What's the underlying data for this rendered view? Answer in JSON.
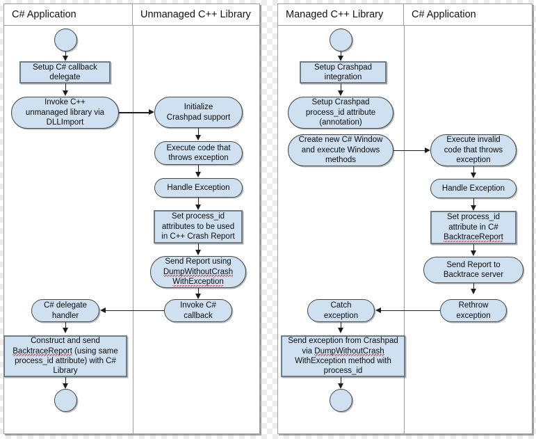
{
  "colors": {
    "node_fill": "#cfe0f1",
    "rect_border": "#6e7c88",
    "round_border": "#44484b",
    "panel_border": "#9d9d9d",
    "connector": "#1d1d1d",
    "spellcheck": "#e8474c",
    "background": "#ffffff"
  },
  "diagram": {
    "type": "uml-activity-swimlane",
    "panels": [
      {
        "id": "panel-left",
        "lanes": [
          {
            "id": "lane-csharp-app-left",
            "title": "C# Application"
          },
          {
            "id": "lane-unmanaged-cpp",
            "title": "Unmanaged C++ Library"
          }
        ],
        "nodes": [
          {
            "id": "l-start",
            "lane": 0,
            "shape": "circle",
            "label": ""
          },
          {
            "id": "l-setup-cb",
            "lane": 0,
            "shape": "rect",
            "label": "Setup C# callback delegate"
          },
          {
            "id": "l-invoke-cpp",
            "lane": 0,
            "shape": "round",
            "label": "Invoke C++ unmanaged library via DLLImport"
          },
          {
            "id": "l-init-crashpad",
            "lane": 1,
            "shape": "round",
            "label": "Initialize Crashpad support"
          },
          {
            "id": "l-exec-throw",
            "lane": 1,
            "shape": "round",
            "label": "Execute code that throws exception"
          },
          {
            "id": "l-handle-exc",
            "lane": 1,
            "shape": "round",
            "label": "Handle Exception"
          },
          {
            "id": "l-set-attrs",
            "lane": 1,
            "shape": "rect",
            "label": "Set process_id attributes to be used in C++ Crash Report"
          },
          {
            "id": "l-send-report",
            "lane": 1,
            "shape": "round",
            "label": "Send Report using DumpWithoutCrash WithException"
          },
          {
            "id": "l-invoke-cb",
            "lane": 1,
            "shape": "round",
            "label": "Invoke C# callback"
          },
          {
            "id": "l-delegate",
            "lane": 0,
            "shape": "round",
            "label": "C# delegate handler"
          },
          {
            "id": "l-construct",
            "lane": 0,
            "shape": "rect",
            "label": "Construct and send BacktraceReport (using same process_id attribute) with C# Library"
          },
          {
            "id": "l-end",
            "lane": 0,
            "shape": "circle",
            "label": ""
          }
        ],
        "edges": [
          {
            "from": "l-start",
            "to": "l-setup-cb",
            "dir": "down"
          },
          {
            "from": "l-setup-cb",
            "to": "l-invoke-cpp",
            "dir": "down"
          },
          {
            "from": "l-invoke-cpp",
            "to": "l-init-crashpad",
            "dir": "right"
          },
          {
            "from": "l-init-crashpad",
            "to": "l-exec-throw",
            "dir": "down"
          },
          {
            "from": "l-exec-throw",
            "to": "l-handle-exc",
            "dir": "down"
          },
          {
            "from": "l-handle-exc",
            "to": "l-set-attrs",
            "dir": "down"
          },
          {
            "from": "l-set-attrs",
            "to": "l-send-report",
            "dir": "down"
          },
          {
            "from": "l-send-report",
            "to": "l-invoke-cb",
            "dir": "down"
          },
          {
            "from": "l-invoke-cb",
            "to": "l-delegate",
            "dir": "left"
          },
          {
            "from": "l-delegate",
            "to": "l-construct",
            "dir": "down"
          },
          {
            "from": "l-construct",
            "to": "l-end",
            "dir": "down"
          }
        ]
      },
      {
        "id": "panel-right",
        "lanes": [
          {
            "id": "lane-managed-cpp",
            "title": "Managed C++ Library"
          },
          {
            "id": "lane-csharp-app-right",
            "title": "C# Application"
          }
        ],
        "nodes": [
          {
            "id": "r-start",
            "lane": 0,
            "shape": "circle",
            "label": ""
          },
          {
            "id": "r-setup-cp",
            "lane": 0,
            "shape": "rect",
            "label": "Setup Crashpad integration"
          },
          {
            "id": "r-setup-attr",
            "lane": 0,
            "shape": "round",
            "label": "Setup Crashpad process_id attribute (annotation)"
          },
          {
            "id": "r-create-win",
            "lane": 0,
            "shape": "round",
            "label": "Create new C# Window and execute Windows methods"
          },
          {
            "id": "r-exec-invalid",
            "lane": 1,
            "shape": "round",
            "label": "Execute invalid code that throws exception"
          },
          {
            "id": "r-handle-exc",
            "lane": 1,
            "shape": "round",
            "label": "Handle Exception"
          },
          {
            "id": "r-set-attr",
            "lane": 1,
            "shape": "rect",
            "label": "Set process_id attribute in C# BacktraceReport"
          },
          {
            "id": "r-send-report",
            "lane": 1,
            "shape": "round",
            "label": "Send Report to Backtrace server"
          },
          {
            "id": "r-rethrow",
            "lane": 1,
            "shape": "round",
            "label": "Rethrow exception"
          },
          {
            "id": "r-catch",
            "lane": 0,
            "shape": "round",
            "label": "Catch exception"
          },
          {
            "id": "r-send-exc",
            "lane": 0,
            "shape": "rect",
            "label": "Send exception from Crashpad via DumpWithoutCrash WithException method with process_id"
          },
          {
            "id": "r-end",
            "lane": 0,
            "shape": "circle",
            "label": ""
          }
        ],
        "edges": [
          {
            "from": "r-start",
            "to": "r-setup-cp",
            "dir": "down"
          },
          {
            "from": "r-setup-cp",
            "to": "r-setup-attr",
            "dir": "down"
          },
          {
            "from": "r-create-win",
            "to": "r-exec-invalid",
            "dir": "right"
          },
          {
            "from": "r-exec-invalid",
            "to": "r-handle-exc",
            "dir": "down"
          },
          {
            "from": "r-handle-exc",
            "to": "r-set-attr",
            "dir": "down"
          },
          {
            "from": "r-set-attr",
            "to": "r-send-report",
            "dir": "down"
          },
          {
            "from": "r-send-report",
            "to": "r-rethrow",
            "dir": "down"
          },
          {
            "from": "r-rethrow",
            "to": "r-catch",
            "dir": "left"
          },
          {
            "from": "r-catch",
            "to": "r-send-exc",
            "dir": "down"
          },
          {
            "from": "r-send-exc",
            "to": "r-end",
            "dir": "down"
          }
        ]
      }
    ]
  },
  "text": {
    "lane_csharp_app": "C# Application",
    "lane_unmanaged_cpp": "Unmanaged C++ Library",
    "lane_managed_cpp": "Managed C++ Library",
    "lane_csharp_app_2": "C# Application",
    "l_setup_cb_1": "Setup C# callback",
    "l_setup_cb_2": "delegate",
    "l_invoke_cpp_1": "Invoke C++",
    "l_invoke_cpp_2": "unmanaged library via",
    "l_invoke_cpp_3": "DLLImport",
    "l_init_1": "Initialize",
    "l_init_2": "Crashpad support",
    "l_exec_1": "Execute code that",
    "l_exec_2": "throws exception",
    "l_handle": "Handle Exception",
    "l_set_1": "Set process_id",
    "l_set_2": "attributes to be used",
    "l_set_3": "in C++ Crash Report",
    "l_send_1": "Send Report using",
    "l_send_2": "DumpWithoutCrash",
    "l_send_3": "WithException",
    "l_invoke_cb_1": "Invoke C#",
    "l_invoke_cb_2": "callback",
    "l_deleg_1": "C# delegate",
    "l_deleg_2": "handler",
    "l_constr_1": "Construct and send",
    "l_constr_2a": "BacktraceReport",
    "l_constr_2b": " (using same",
    "l_constr_3": "process_id attribute) with C#",
    "l_constr_4": "Library",
    "r_setup_cp_1": "Setup Crashpad",
    "r_setup_cp_2": "integration",
    "r_setup_attr_1": "Setup Crashpad",
    "r_setup_attr_2": "process_id attribute",
    "r_setup_attr_3": "(annotation)",
    "r_create_1": "Create new C# Window",
    "r_create_2": "and execute Windows",
    "r_create_3": "methods",
    "r_exec_1": "Execute invalid",
    "r_exec_2": "code that throws",
    "r_exec_3": "exception",
    "r_handle": "Handle Exception",
    "r_set_1": "Set process_id",
    "r_set_2": "attribute in C#",
    "r_set_3": "BacktraceReport",
    "r_send_1": "Send Report to",
    "r_send_2": "Backtrace server",
    "r_rethrow_1": "Rethrow",
    "r_rethrow_2": "exception",
    "r_catch_1": "Catch",
    "r_catch_2": "exception",
    "r_sendexc_1": "Send exception from Crashpad",
    "r_sendexc_2a": "via ",
    "r_sendexc_2b": "DumpWithoutCrash",
    "r_sendexc_3": "WithException method with",
    "r_sendexc_4": "process_id"
  }
}
